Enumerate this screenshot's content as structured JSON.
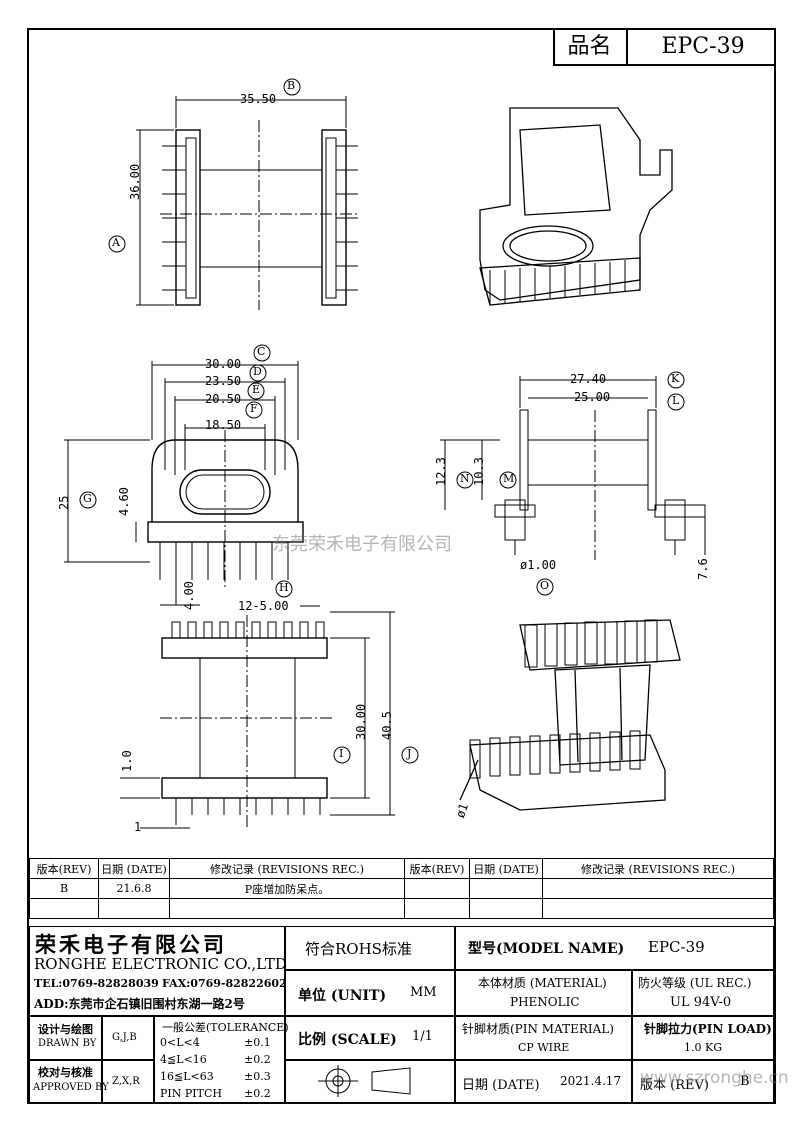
{
  "header": {
    "part_label": "品名",
    "part_value": "EPC-39"
  },
  "dims": {
    "B": "35.50",
    "A": "36.00",
    "C": "30.00",
    "D": "23.50",
    "E": "20.50",
    "F": "18.50",
    "G": "25",
    "four_sixty": "4.60",
    "four_zero": "4.00",
    "H_pitch": "12-5.00",
    "K": "27.40",
    "L": "25.00",
    "N": "12.3",
    "M": "10.3",
    "O": "ø1.00",
    "seven_six": "7.6",
    "thirty": "30.00",
    "forty": "40.5",
    "one_zero": "1.0",
    "one": "1",
    "phi1": "ø1"
  },
  "circles": [
    "A",
    "B",
    "C",
    "D",
    "E",
    "F",
    "G",
    "H",
    "I",
    "J",
    "K",
    "L",
    "M",
    "N",
    "O"
  ],
  "revisions": {
    "headers": [
      "版本(REV)",
      "日期 (DATE)",
      "修改记录 (REVISIONS REC.)",
      "版本(REV)",
      "日期 (DATE)",
      "修改记录 (REVISIONS REC.)"
    ],
    "rows": [
      [
        "B",
        "21.6.8",
        "P座增加防呆点。",
        "",
        "",
        ""
      ],
      [
        "",
        "",
        "",
        "",
        "",
        ""
      ]
    ]
  },
  "company": {
    "cn": "荣禾电子有限公司",
    "en": "RONGHE ELECTRONIC CO.,LTD",
    "tel": "TEL:0769-82828039",
    "fax": "FAX:0769-82822602",
    "add": "ADD:东莞市企石镇旧围村东湖一路2号"
  },
  "title_block": {
    "rohs": "符合ROHS标准",
    "model_label": "型号(MODEL NAME)",
    "model_value": "EPC-39",
    "unit_label": "单位 (UNIT)",
    "unit_value": "MM",
    "material_label": "本体材质 (MATERIAL)",
    "material_value": "PHENOLIC",
    "ul_label": "防火等级 (UL REC.)",
    "ul_value": "UL 94V-0",
    "scale_label": "比例 (SCALE)",
    "scale_value": "1/1",
    "pin_mat_label": "针脚材质(PIN MATERIAL)",
    "pin_mat_value": "CP WIRE",
    "pin_load_label": "针脚拉力(PIN LOAD)",
    "pin_load_value": "1.0 KG",
    "date_label": "日期 (DATE)",
    "date_value": "2021.4.17",
    "rev_label": "版本 (REV)",
    "rev_value": "B",
    "design_cn": "设计与绘图",
    "design_en": "DRAWN BY",
    "design_val": "G,J,B",
    "check_cn": "校对与核准",
    "check_en": "APPROVED BY",
    "check_val": "Z,X,R",
    "tol_title": "一般公差(TOLERANCE)",
    "tol": [
      [
        "0<L<4",
        "±0.1"
      ],
      [
        "4≦L<16",
        "±0.2"
      ],
      [
        "16≦L<63",
        "±0.3"
      ],
      [
        "PIN PITCH",
        "±0.2"
      ]
    ]
  },
  "watermark": "东莞荣禾电子有限公司",
  "watermark2": "www.szronghe.cn"
}
